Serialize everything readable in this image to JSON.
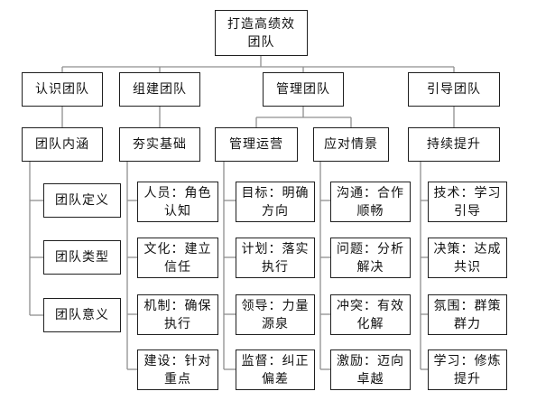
{
  "root": {
    "line1": "打造高绩效",
    "line2": "团队"
  },
  "level1": [
    "认识团队",
    "组建团队",
    "管理团队",
    "引导团队"
  ],
  "level2": [
    "团队内涵",
    "夯实基础",
    "管理运营",
    "应对情景",
    "持续提升"
  ],
  "leaves": {
    "team_inner": [
      "团队定义",
      "团队类型",
      "团队意义"
    ],
    "foundation": [
      {
        "l1": "人员：角色",
        "l2": "认知"
      },
      {
        "l1": "文化：建立",
        "l2": "信任"
      },
      {
        "l1": "机制：确保",
        "l2": "执行"
      },
      {
        "l1": "建设：针对",
        "l2": "重点"
      }
    ],
    "operation": [
      {
        "l1": "目标：明确",
        "l2": "方向"
      },
      {
        "l1": "计划：落实",
        "l2": "执行"
      },
      {
        "l1": "领导：力量",
        "l2": "源泉"
      },
      {
        "l1": "监督：纠正",
        "l2": "偏差"
      }
    ],
    "situation": [
      {
        "l1": "沟通：合作",
        "l2": "顺畅"
      },
      {
        "l1": "问题：分析",
        "l2": "解决"
      },
      {
        "l1": "冲突：有效",
        "l2": "化解"
      },
      {
        "l1": "激励：迈向",
        "l2": "卓越"
      }
    ],
    "improve": [
      {
        "l1": "技术：学习",
        "l2": "引导"
      },
      {
        "l1": "决策：达成",
        "l2": "共识"
      },
      {
        "l1": "氛围：群策",
        "l2": "群力"
      },
      {
        "l1": "学习：修炼",
        "l2": "提升"
      }
    ]
  }
}
